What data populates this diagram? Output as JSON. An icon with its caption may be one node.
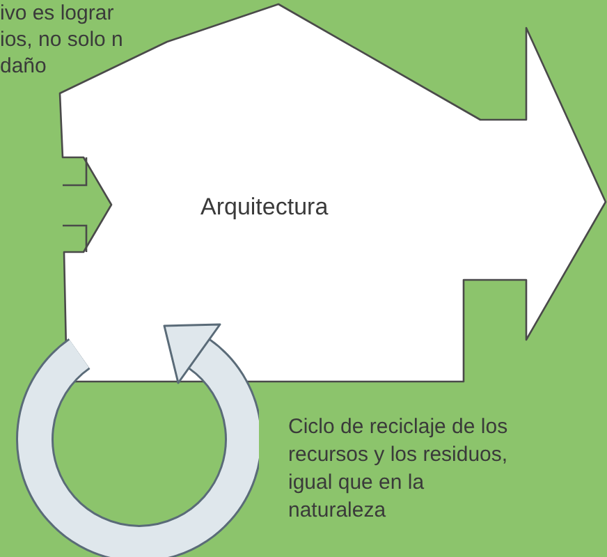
{
  "diagram": {
    "nodes": [
      {
        "text": [
          "Arquitectura"
        ]
      }
    ],
    "labels": [
      "ivo es lograr ios, no solo n daño",
      "Ciclo de reciclaje de los recursos y los residuos, igual que en la naturaleza"
    ]
  }
}
